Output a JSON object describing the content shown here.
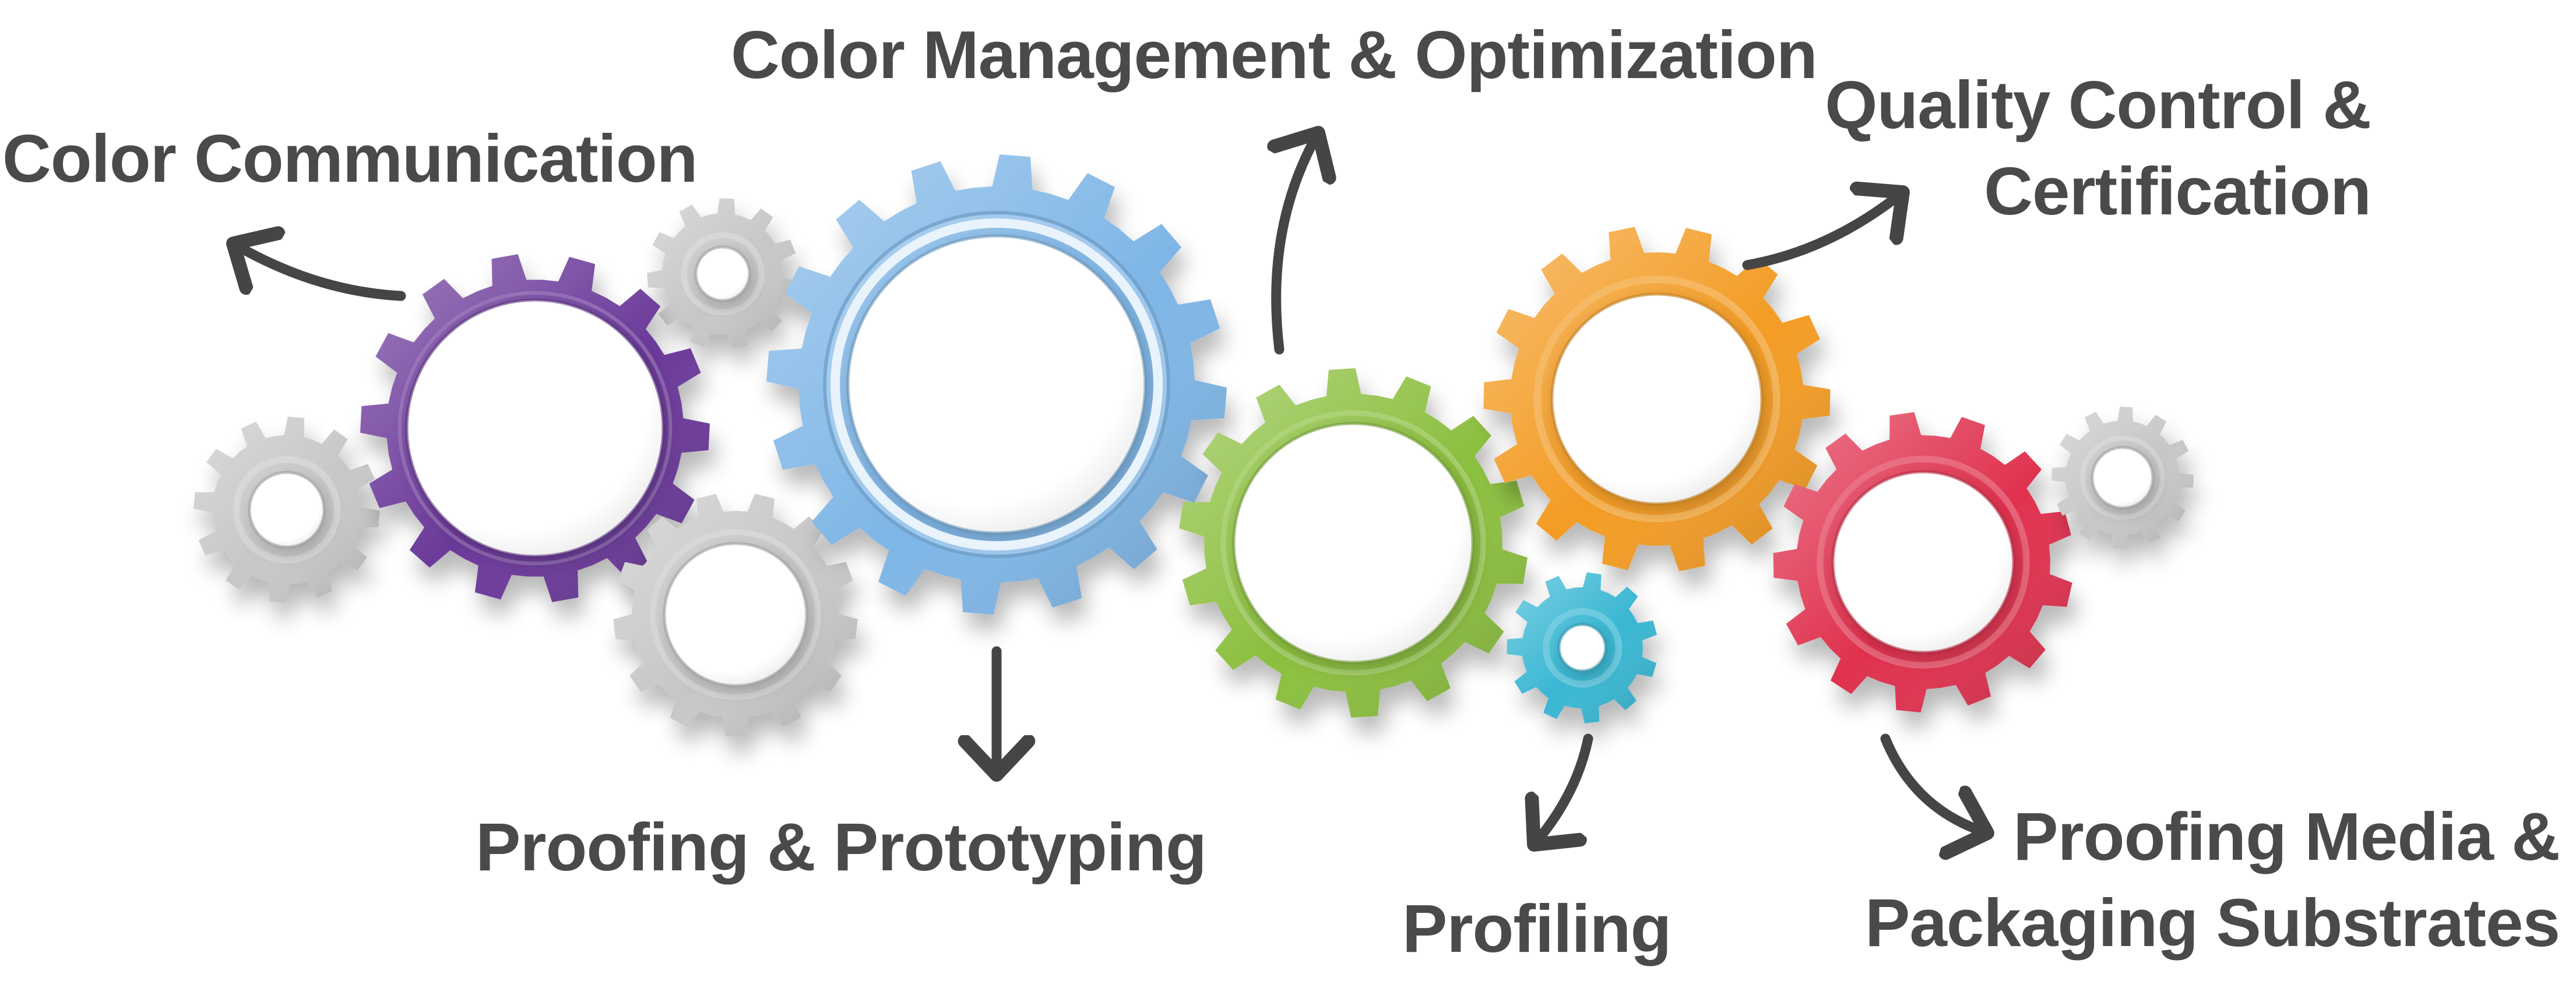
{
  "colors": {
    "text": "#4a4a4a",
    "arrow": "#454545",
    "purple": "#6b3a9a",
    "blue": "#7fb6e6",
    "green": "#8cbf3f",
    "orange": "#f39c25",
    "red": "#e0324f",
    "cyan": "#3ab7d3",
    "gray": "#c7c7c7"
  },
  "labels": {
    "color_communication": "Color Communication",
    "color_management": "Color Management & Optimization",
    "quality_control_line1": "Quality Control &",
    "quality_control_line2": "Certification",
    "proofing_prototyping": "Proofing & Prototyping",
    "profiling": "Profiling",
    "proofing_media_line1": "Proofing Media &",
    "proofing_media_line2": "Packaging Substrates"
  },
  "gears": [
    {
      "id": "gear-purple",
      "color": "purple"
    },
    {
      "id": "gear-blue",
      "color": "blue"
    },
    {
      "id": "gear-green",
      "color": "green"
    },
    {
      "id": "gear-orange",
      "color": "orange"
    },
    {
      "id": "gear-red",
      "color": "red"
    },
    {
      "id": "gear-cyan",
      "color": "cyan"
    },
    {
      "id": "gear-gray-left",
      "color": "gray"
    },
    {
      "id": "gear-gray-top",
      "color": "gray"
    },
    {
      "id": "gear-gray-mid",
      "color": "gray"
    },
    {
      "id": "gear-gray-right",
      "color": "gray"
    }
  ]
}
